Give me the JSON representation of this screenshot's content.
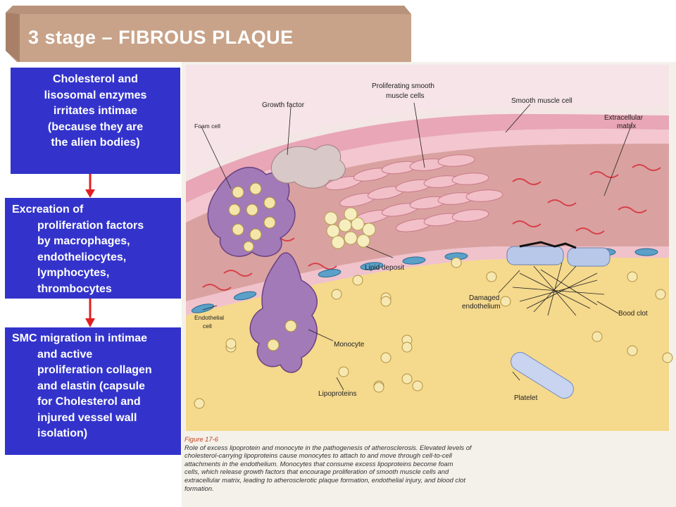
{
  "slide": {
    "title": "3 stage – FIBROUS  PLAQUE",
    "colors": {
      "banner": "#c8a389",
      "box": "#3333cc",
      "arrow": "#e02020"
    }
  },
  "boxes": [
    {
      "lines": [
        "Cholesterol and",
        "lisosomal enzymes",
        "irritates intimae",
        "(because they are",
        "the alien bodies)"
      ]
    },
    {
      "lines": [
        "Excreation of",
        "proliferation factors",
        "by macrophages,",
        "endotheliocytes,",
        "lymphocytes,",
        "thrombocytes"
      ]
    },
    {
      "lines": [
        "SMC migration in intimae",
        "and active",
        "proliferation collagen",
        "and elastin (capsule",
        "for Cholesterol and",
        "injured vessel wall",
        "isolation)"
      ]
    }
  ],
  "figure": {
    "labels": {
      "growth_factor": "Growth factor",
      "proliferating_smc_1": "Proliferating smooth",
      "proliferating_smc_2": "muscle cells",
      "smooth_muscle_cell": "Smooth muscle cell",
      "extracellular_1": "Extracellular",
      "extracellular_2": "matrix",
      "foam_cell": "Foam cell",
      "lipid_deposit": "Lipid deposit",
      "damaged_1": "Damaged",
      "damaged_2": "endothelium",
      "endothelial_1": "Endothelial",
      "endothelial_2": "cell",
      "blood_clot": "Bood clot",
      "monocyte": "Monocyte",
      "lipoproteins": "Lipoproteins",
      "platelet": "Platelet"
    },
    "caption": {
      "number": "Figure 17-6",
      "lines": [
        "Role of excess lipoprotein and monocyte in the pathogenesis of atherosclerosis. Elevated levels of",
        "cholesterol-carrying lipoproteins cause monocytes to attach to and move through cell-to-cell",
        "attachments in the endothelium. Monocytes that consume excess lipoproteins become foam",
        "cells, which release growth factors that encourage proliferation of smooth muscle cells and",
        "extracellular matrix, leading to atherosclerotic plaque formation, endothelial injury, and blood clot",
        "formation."
      ]
    }
  }
}
